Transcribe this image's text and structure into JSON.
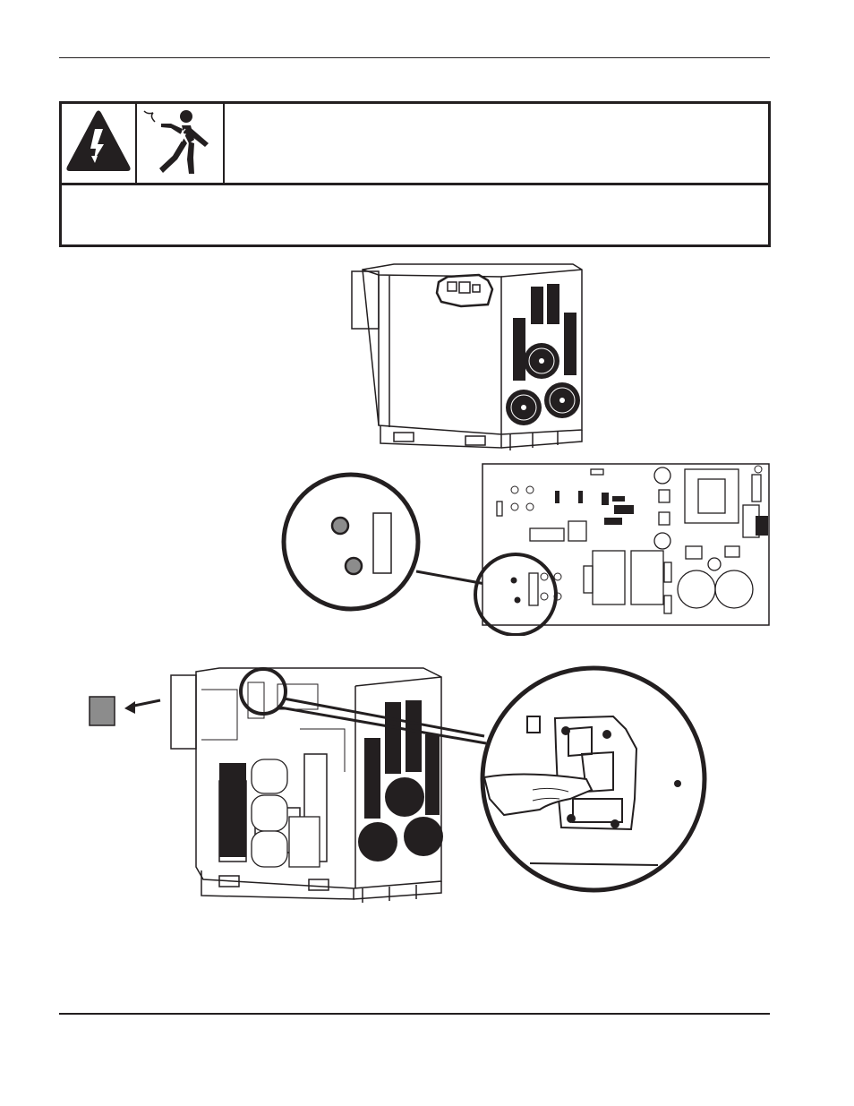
{
  "page": {
    "header_rule": true,
    "footer_rule": true
  },
  "warning": {
    "icons": [
      "high-voltage-warning-icon",
      "electric-shock-hazard-icon"
    ],
    "heading": "",
    "body": ""
  },
  "figures": [
    {
      "name": "power-supply-exterior-view"
    },
    {
      "name": "control-board-detail-view"
    },
    {
      "name": "power-supply-open-cabinet-view"
    }
  ]
}
